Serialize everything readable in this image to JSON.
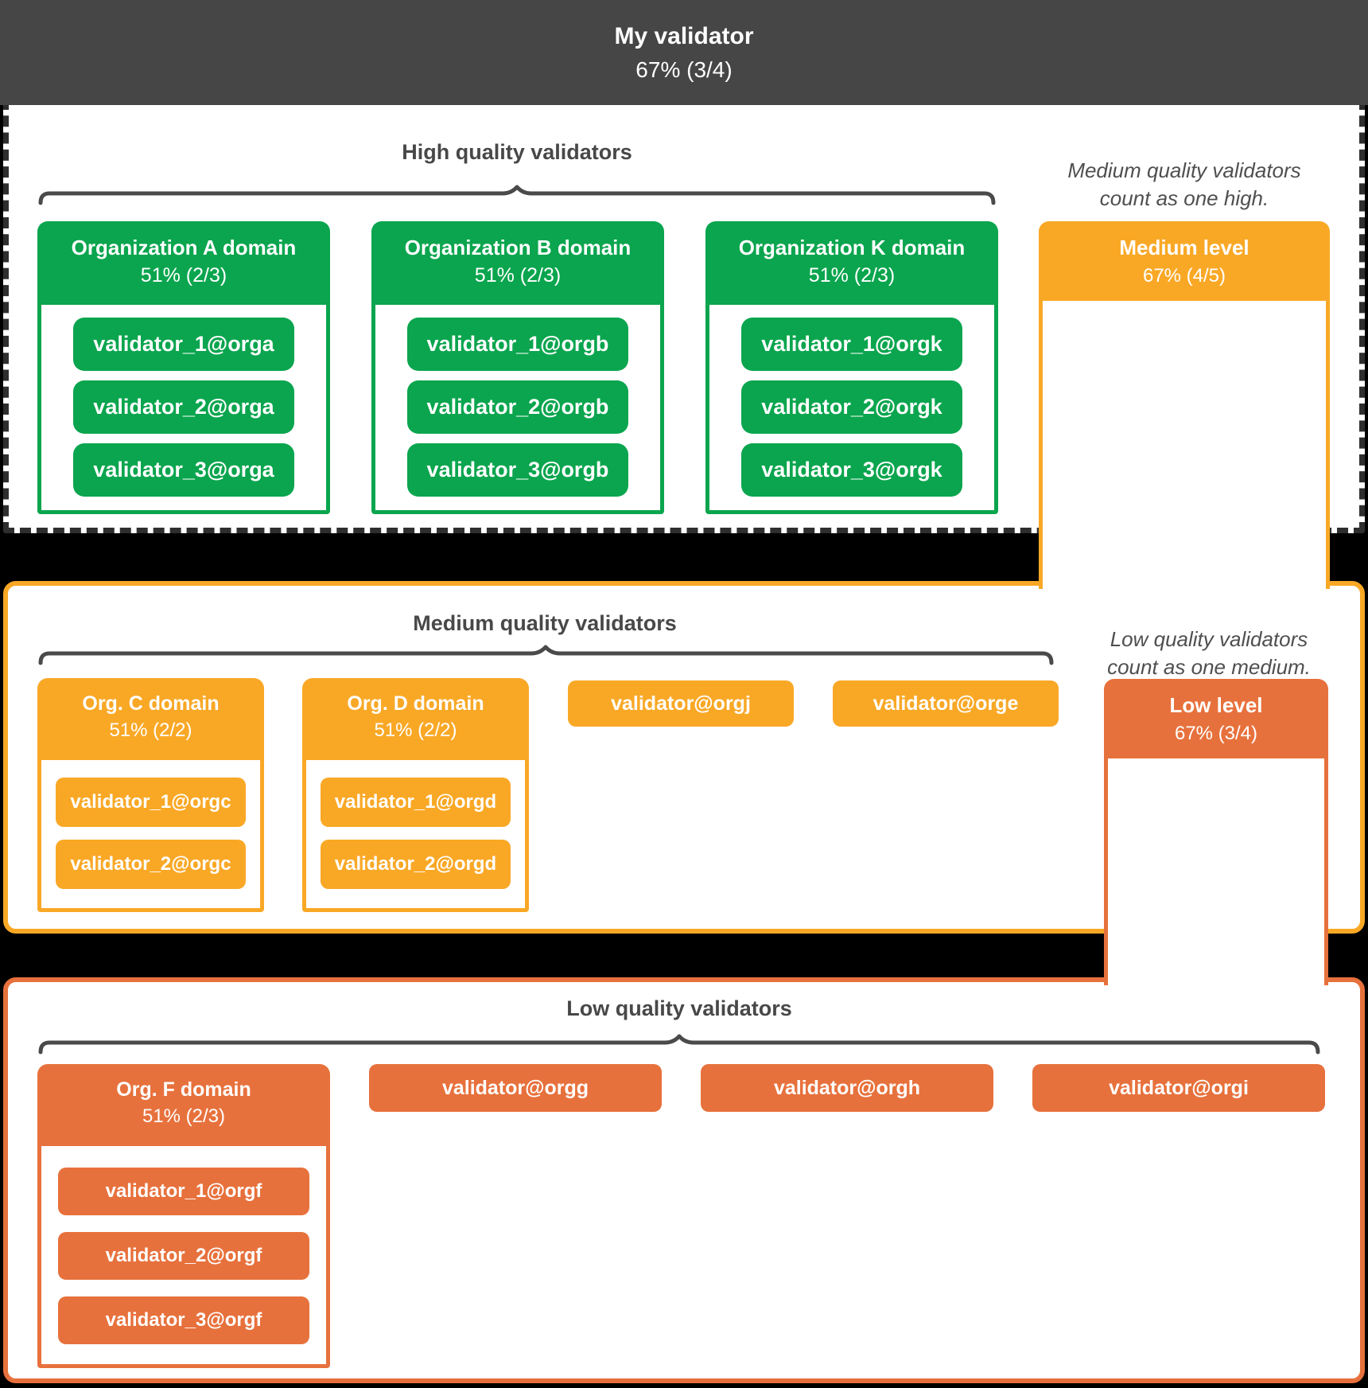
{
  "header": {
    "title": "My validator",
    "stat": "67% (3/4)"
  },
  "sections": {
    "high": {
      "title": "High quality validators",
      "orgs": [
        {
          "name": "Organization A domain",
          "stat": "51% (2/3)",
          "validators": [
            "validator_1@orga",
            "validator_2@orga",
            "validator_3@orga"
          ]
        },
        {
          "name": "Organization B domain",
          "stat": "51% (2/3)",
          "validators": [
            "validator_1@orgb",
            "validator_2@orgb",
            "validator_3@orgb"
          ]
        },
        {
          "name": "Organization K domain",
          "stat": "51% (2/3)",
          "validators": [
            "validator_1@orgk",
            "validator_2@orgk",
            "validator_3@orgk"
          ]
        }
      ]
    },
    "medium": {
      "title": "Medium quality validators",
      "orgs": [
        {
          "name": "Org. C domain",
          "stat": "51% (2/2)",
          "validators": [
            "validator_1@orgc",
            "validator_2@orgc"
          ]
        },
        {
          "name": "Org. D domain",
          "stat": "51% (2/2)",
          "validators": [
            "validator_1@orgd",
            "validator_2@orgd"
          ]
        }
      ],
      "standalone": [
        "validator@orgj",
        "validator@orge"
      ]
    },
    "low": {
      "title": "Low quality validators",
      "orgs": [
        {
          "name": "Org. F domain",
          "stat": "51% (2/3)",
          "validators": [
            "validator_1@orgf",
            "validator_2@orgf",
            "validator_3@orgf"
          ]
        }
      ],
      "standalone": [
        "validator@orgg",
        "validator@orgh",
        "validator@orgi"
      ]
    }
  },
  "level_boxes": {
    "medium": {
      "title": "Medium level",
      "stat": "67% (4/5)",
      "note": [
        "Medium quality validators",
        "count as one high."
      ]
    },
    "low": {
      "title": "Low level",
      "stat": "67% (3/4)",
      "note": [
        "Low quality validators",
        "count as one medium."
      ]
    }
  },
  "colors": {
    "green": "#0AA54E",
    "amber": "#F9A826",
    "orange": "#E7713C",
    "topbar": "#464646",
    "ink": "#4A4A4A"
  }
}
